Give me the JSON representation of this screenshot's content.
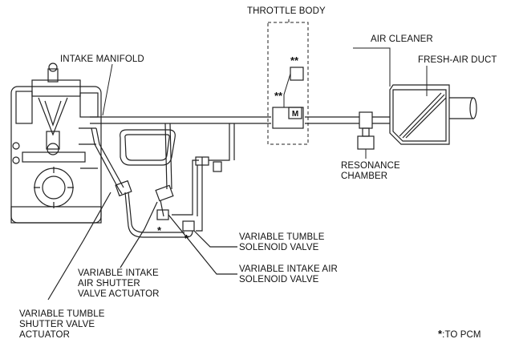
{
  "labels": {
    "throttle_body": "THROTTLE BODY",
    "air_cleaner": "AIR CLEANER",
    "fresh_air_duct": "FRESH-AIR DUCT",
    "intake_manifold": "INTAKE MANIFOLD",
    "resonance_chamber": [
      "RESONANCE",
      "CHAMBER"
    ],
    "variable_tumble_solenoid_valve": [
      "VARIABLE TUMBLE",
      "SOLENOID VALVE"
    ],
    "variable_intake_air_solenoid_valve": [
      "VARIABLE INTAKE AIR",
      "SOLENOID VALVE"
    ],
    "variable_intake_air_shutter_valve_actuator": [
      "VARIABLE INTAKE",
      "AIR SHUTTER",
      "VALVE ACTUATOR"
    ],
    "variable_tumble_shutter_valve_actuator": [
      "VARIABLE TUMBLE",
      "SHUTTER VALVE",
      "ACTUATOR"
    ]
  },
  "markers": {
    "double_asterisk": "**",
    "single_asterisk": "*",
    "motor_symbol": "M"
  },
  "legend": {
    "symbol": "*",
    "text": ":TO PCM"
  }
}
